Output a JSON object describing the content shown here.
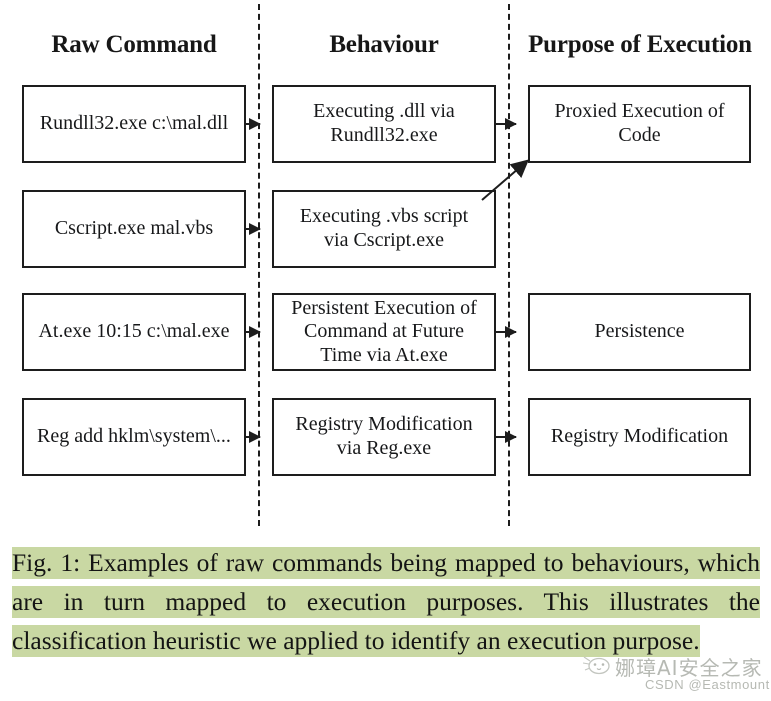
{
  "figure": {
    "columns": [
      {
        "key": "raw",
        "title": "Raw Command"
      },
      {
        "key": "behaviour",
        "title": "Behaviour"
      },
      {
        "key": "purpose",
        "title": "Purpose of Execution"
      }
    ],
    "rows": [
      {
        "raw": "Rundll32.exe c:\\mal.dll",
        "behaviour": "Executing .dll via\nRundll32.exe",
        "purpose": "Proxied Execution of\nCode"
      },
      {
        "raw": "Cscript.exe mal.vbs",
        "behaviour": "Executing .vbs script\nvia Cscript.exe",
        "purpose": ""
      },
      {
        "raw": "At.exe 10:15 c:\\mal.exe",
        "behaviour": "Persistent Execution of\nCommand at Future\nTime via At.exe",
        "purpose": "Persistence"
      },
      {
        "raw": "Reg add hklm\\system\\...",
        "behaviour": "Registry Modification\nvia Reg.exe",
        "purpose": "Registry Modification"
      }
    ],
    "colors": {
      "stroke": "#1d1d1d",
      "text": "#17181a",
      "highlight": "#c9d8a3",
      "watermark": "#b6b9b3"
    }
  },
  "caption": {
    "text": "Fig. 1: Examples of raw commands being mapped to behaviours, which are in turn mapped to execution purposes. This illustrates the classification heuristic we applied to identify an execution purpose."
  },
  "watermark": {
    "main": "娜璋AI安全之家",
    "sub": "CSDN @Eastmount"
  }
}
